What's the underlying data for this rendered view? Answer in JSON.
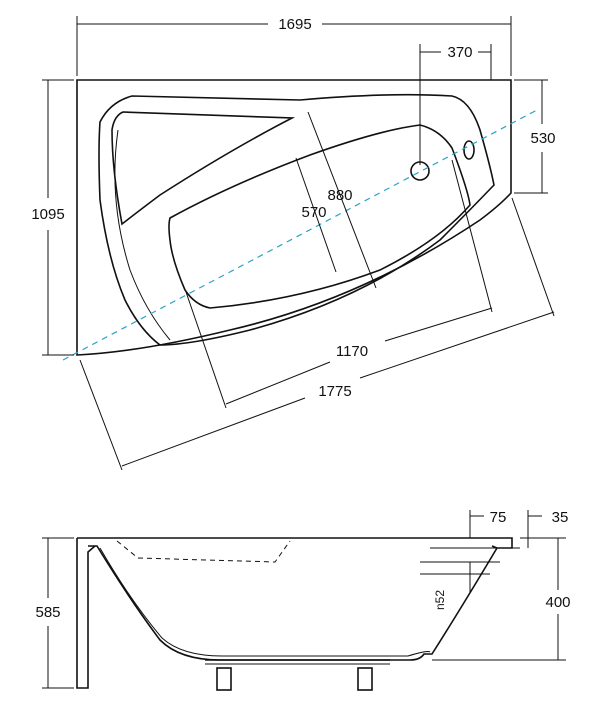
{
  "top_view": {
    "dims": {
      "width": "1695",
      "drain_offset": "370",
      "right_height": "530",
      "height": "1095",
      "inner_diag": "880",
      "inner_width": "570",
      "inner_length": "1170",
      "total_length": "1775"
    }
  },
  "side_view": {
    "dims": {
      "rim": "75",
      "edge": "35",
      "pipe": "n52",
      "inner_height": "400",
      "total_height": "585"
    }
  },
  "colors": {
    "line": "#111111",
    "axis": "#2aa3c7"
  }
}
